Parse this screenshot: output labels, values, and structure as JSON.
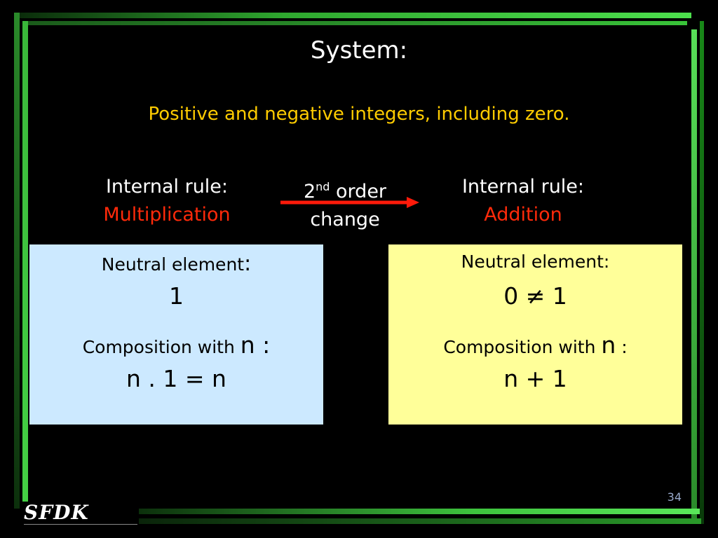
{
  "slide": {
    "title": "System:",
    "subtitle": "Positive and negative integers, including zero.",
    "left_rule": {
      "label": "Internal rule:",
      "value": "Multiplication"
    },
    "middle": {
      "line1_num": "2",
      "line1_sup": "nd",
      "line1_rest": " order",
      "line2": "change"
    },
    "right_rule": {
      "label": "Internal rule:",
      "value": "Addition"
    },
    "left_box": {
      "neutral_label": "Neutral element",
      "neutral_colon": ":",
      "neutral_value": "1",
      "composition_label": "Composition with ",
      "composition_var": "n :",
      "composition_value": "n . 1 = n"
    },
    "right_box": {
      "neutral_label": "Neutral element:",
      "neutral_value": "0 ≠ 1",
      "composition_label": "Composition with ",
      "composition_var": "n",
      "composition_colon": " :",
      "composition_value": "n + 1"
    },
    "page_number": "34",
    "logo_text": "SFDK",
    "colors": {
      "title": "#ffffff",
      "subtitle": "#ffcc00",
      "emphasis": "#ff2a0a",
      "left_box": "#cce9ff",
      "right_box": "#ffff99",
      "frame_green": "#33cc33"
    }
  }
}
